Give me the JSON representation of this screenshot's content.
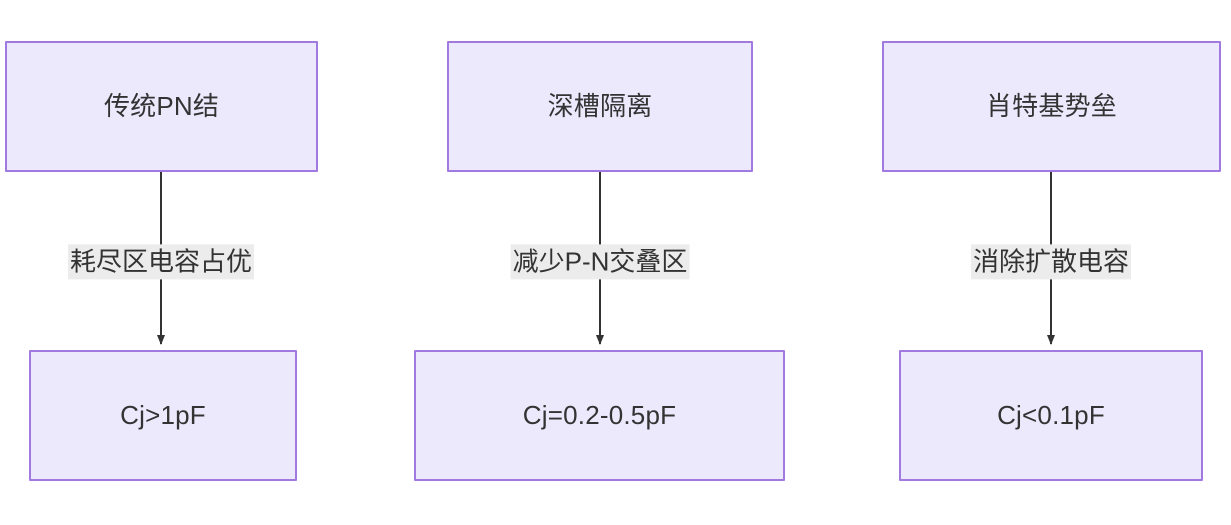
{
  "diagram": {
    "type": "flowchart",
    "direction": "top-to-bottom",
    "background_color": "#ffffff",
    "node_fill_color": "#ece9fd",
    "node_border_color": "#a07ae1",
    "text_color": "#333333",
    "edge_color": "#333333",
    "edge_label_background": "#ececec"
  },
  "columns": [
    {
      "id": "col1",
      "source": {
        "label": "传统PN结"
      },
      "edge": {
        "label": "耗尽区电容占优"
      },
      "target": {
        "label": "Cj>1pF"
      }
    },
    {
      "id": "col2",
      "source": {
        "label": "深槽隔离"
      },
      "edge": {
        "label": "减少P-N交叠区"
      },
      "target": {
        "label": "Cj=0.2-0.5pF"
      }
    },
    {
      "id": "col3",
      "source": {
        "label": "肖特基势垒"
      },
      "edge": {
        "label": "消除扩散电容"
      },
      "target": {
        "label": "Cj<0.1pF"
      }
    }
  ]
}
